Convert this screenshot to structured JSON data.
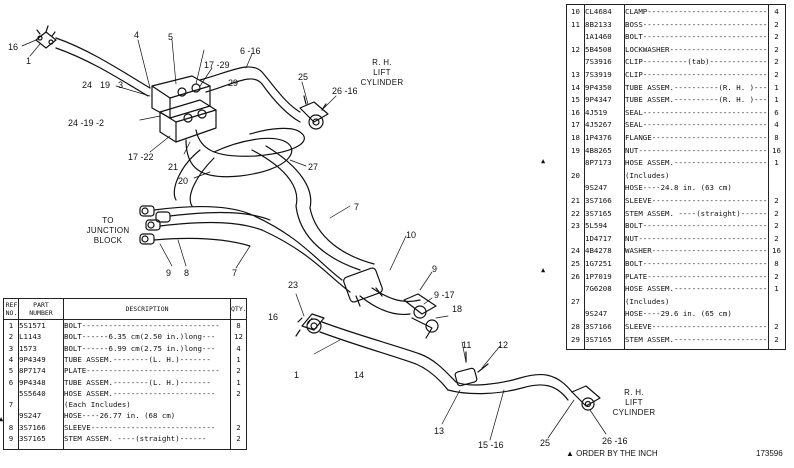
{
  "captions": {
    "rh_lift_top": "R. H.\nLIFT\nCYLINDER",
    "junction": "TO\nJUNCTION\nBLOCK",
    "rh_lift_bottom": "R. H.\nLIFT\nCYLINDER"
  },
  "callouts": [
    {
      "id": "c1",
      "text": "16"
    },
    {
      "id": "c2",
      "text": "1"
    },
    {
      "id": "c3",
      "text": "4"
    },
    {
      "id": "c4",
      "text": "5"
    },
    {
      "id": "c5",
      "text": "6 -16"
    },
    {
      "id": "c6",
      "text": "17 -29"
    },
    {
      "id": "c7",
      "text": "29"
    },
    {
      "id": "c8",
      "text": "24"
    },
    {
      "id": "c9",
      "text": "19"
    },
    {
      "id": "c10",
      "text": "3"
    },
    {
      "id": "c11",
      "text": "24 -19 -2"
    },
    {
      "id": "c12",
      "text": "17 -22"
    },
    {
      "id": "c13",
      "text": "21"
    },
    {
      "id": "c14",
      "text": "20"
    },
    {
      "id": "c15",
      "text": "27"
    },
    {
      "id": "c16",
      "text": "25"
    },
    {
      "id": "c17",
      "text": "26 -16"
    },
    {
      "id": "c18",
      "text": "7"
    },
    {
      "id": "c19",
      "text": "9"
    },
    {
      "id": "c20",
      "text": "8"
    },
    {
      "id": "c21",
      "text": "7"
    },
    {
      "id": "c22",
      "text": "10"
    },
    {
      "id": "c23",
      "text": "9"
    },
    {
      "id": "c24",
      "text": "23"
    },
    {
      "id": "c25",
      "text": "9 -17"
    },
    {
      "id": "c26",
      "text": "18"
    },
    {
      "id": "c27",
      "text": "16"
    },
    {
      "id": "c28",
      "text": "1"
    },
    {
      "id": "c29",
      "text": "14"
    },
    {
      "id": "c30",
      "text": "11"
    },
    {
      "id": "c31",
      "text": "12"
    },
    {
      "id": "c32",
      "text": "13"
    },
    {
      "id": "c33",
      "text": "15 -16"
    },
    {
      "id": "c34",
      "text": "25"
    },
    {
      "id": "c35",
      "text": "26 -16"
    }
  ],
  "right_table": [
    {
      "ref": "10",
      "part": "CL4684",
      "desc": "CLAMP-----------------------------",
      "qty": "4"
    },
    {
      "ref": "11",
      "part": "8B2133",
      "desc": "BOSS------------------------------",
      "qty": "2"
    },
    {
      "ref": "",
      "part": "1A1460",
      "desc": "BOLT------------------------------",
      "qty": "2"
    },
    {
      "ref": "12",
      "part": "5B4508",
      "desc": "LOCKWASHER------------------------",
      "qty": "2"
    },
    {
      "ref": "",
      "part": "7S3916",
      "desc": "CLIP----------(tab)---------------",
      "qty": "2"
    },
    {
      "ref": "13",
      "part": "7S3919",
      "desc": "CLIP------------------------------",
      "qty": "2"
    },
    {
      "ref": "14",
      "part": "9P4350",
      "desc": "TUBE ASSEM.----------(R. H. )-----",
      "qty": "1"
    },
    {
      "ref": "15",
      "part": "9P4347",
      "desc": "TUBE ASSEM.----------(R. H. )-----",
      "qty": "1"
    },
    {
      "ref": "16",
      "part": "4J519",
      "desc": "SEAL------------------------------",
      "qty": "6"
    },
    {
      "ref": "17",
      "part": "4J5267",
      "desc": "SEAL------------------------------",
      "qty": "4"
    },
    {
      "ref": "18",
      "part": "1P4376",
      "desc": "FLANGE----------------------------",
      "qty": "8"
    },
    {
      "ref": "19",
      "part": "4B8265",
      "desc": "NUT-------------------------------",
      "qty": "16"
    },
    {
      "ref": "",
      "part": "8P7173",
      "desc": "HOSE ASSEM.-----------------------",
      "qty": "1"
    },
    {
      "ref": "20",
      "part": "",
      "desc": "(Includes)",
      "qty": ""
    },
    {
      "ref": "",
      "part": "9S247",
      "desc": "HOSE----24.8 in. (63 cm)",
      "qty": ""
    },
    {
      "ref": "21",
      "part": "3S7166",
      "desc": "SLEEVE--------------------------",
      "qty": "2"
    },
    {
      "ref": "22",
      "part": "3S7165",
      "desc": "STEM ASSEM. ----(straight)------",
      "qty": "2"
    },
    {
      "ref": "23",
      "part": "5L594",
      "desc": "BOLT------------------------------",
      "qty": "2"
    },
    {
      "ref": "",
      "part": "1D4717",
      "desc": "NUT-------------------------------",
      "qty": "2"
    },
    {
      "ref": "24",
      "part": "4B4278",
      "desc": "WASHER----------------------------",
      "qty": "16"
    },
    {
      "ref": "25",
      "part": "1G7251",
      "desc": "BOLT------------------------------",
      "qty": "8"
    },
    {
      "ref": "26",
      "part": "1P7019",
      "desc": "PLATE-----------------------------",
      "qty": "2"
    },
    {
      "ref": "",
      "part": "7G6208",
      "desc": "HOSE ASSEM.-----------------------",
      "qty": "1"
    },
    {
      "ref": "27",
      "part": "",
      "desc": "(Includes)",
      "qty": ""
    },
    {
      "ref": "",
      "part": "9S247",
      "desc": "HOSE----29.6 in. (65 cm)",
      "qty": ""
    },
    {
      "ref": "28",
      "part": "3S7166",
      "desc": "SLEEVE--------------------------",
      "qty": "2"
    },
    {
      "ref": "29",
      "part": "3S7165",
      "desc": "STEM ASSEM.---------------------",
      "qty": "2"
    }
  ],
  "left_table_header": {
    "ref": "REF\nNO.",
    "part": "PART\nNUMBER",
    "desc": "DESCRIPTION",
    "qty": "QTY."
  },
  "left_table": [
    {
      "ref": "1",
      "part": "5S1571",
      "desc": "BOLT-------------------------------",
      "qty": "8"
    },
    {
      "ref": "2",
      "part": "L1143",
      "desc": "BOLT------6.35 cm(2.50 in.)long---",
      "qty": "12"
    },
    {
      "ref": "3",
      "part": "1573",
      "desc": "BOLT------6.99 cm(2.75 in.)long---",
      "qty": "4"
    },
    {
      "ref": "4",
      "part": "9P4349",
      "desc": "TUBE ASSEM.--------(L. H.)-------",
      "qty": "1"
    },
    {
      "ref": "5",
      "part": "8P7174",
      "desc": "PLATE------------------------------",
      "qty": "2"
    },
    {
      "ref": "6",
      "part": "9P4348",
      "desc": "TUBE ASSEM.--------(L. H.)-------",
      "qty": "1"
    },
    {
      "ref": "",
      "part": "5S5640",
      "desc": "HOSE ASSEM.-----------------------",
      "qty": "2"
    },
    {
      "ref": "7",
      "part": "",
      "desc": "(Each Includes)",
      "qty": ""
    },
    {
      "ref": "",
      "part": "9S247",
      "desc": "HOSE----26.77 in. (68 cm)",
      "qty": ""
    },
    {
      "ref": "8",
      "part": "3S7166",
      "desc": "SLEEVE----------------------------",
      "qty": "2"
    },
    {
      "ref": "9",
      "part": "3S7165",
      "desc": "STEM ASSEM. ----(straight)------",
      "qty": "2"
    }
  ],
  "footer": {
    "order": "▲ ORDER BY THE INCH",
    "figure_no": "173596"
  },
  "marker": "▲"
}
